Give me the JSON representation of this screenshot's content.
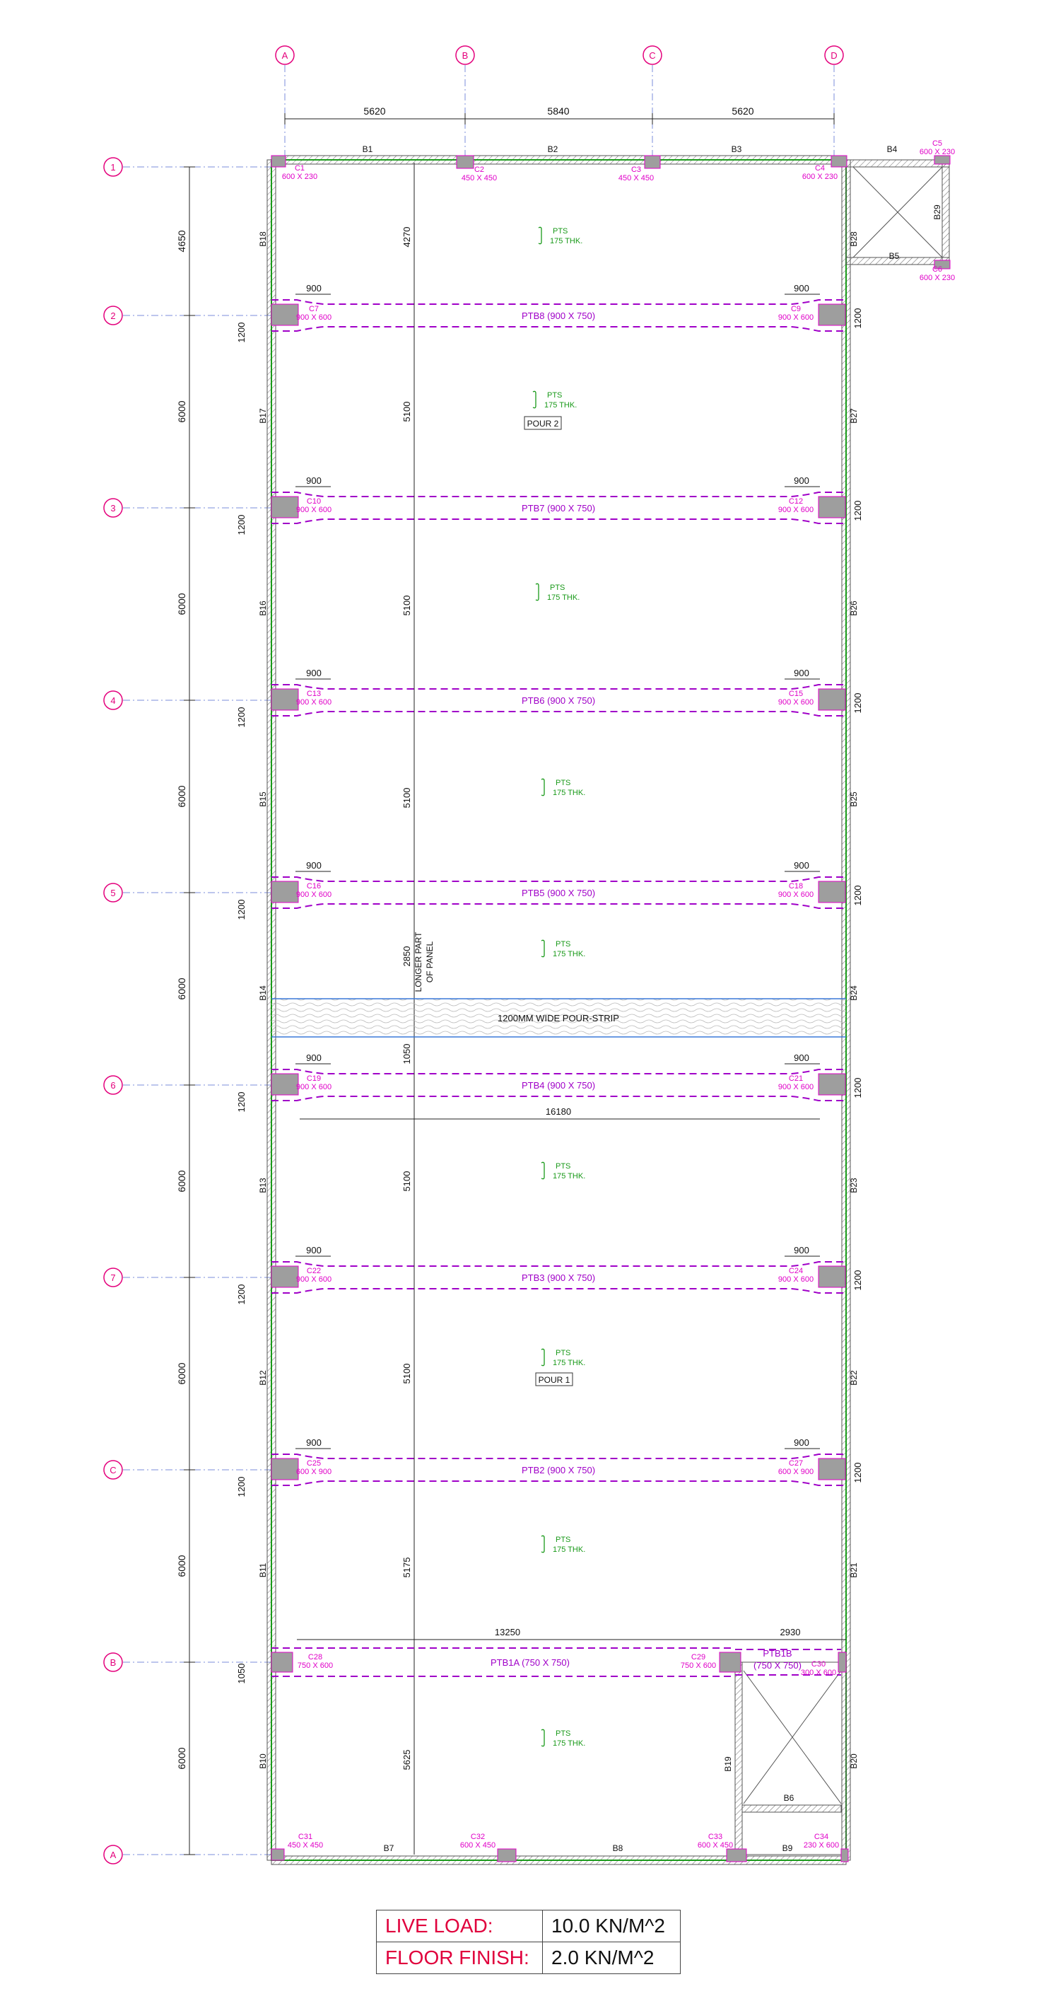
{
  "grid": {
    "col_labels": [
      "A",
      "B",
      "C",
      "D"
    ],
    "row_labels": [
      "1",
      "2",
      "3",
      "4",
      "5",
      "6",
      "7",
      "C",
      "B",
      "A"
    ],
    "top_dims": [
      "5620",
      "5840",
      "5620"
    ],
    "left_dims": [
      "4650",
      "6000",
      "6000",
      "6000",
      "6000",
      "6000",
      "6000",
      "6000",
      "6000"
    ]
  },
  "beams": {
    "top": [
      "B1",
      "B2",
      "B3",
      "B4"
    ],
    "bottom": [
      "B7",
      "B8",
      "B9"
    ],
    "left": [
      "B18",
      "B17",
      "B16",
      "B15",
      "B14",
      "B13",
      "B12",
      "B11",
      "B10"
    ],
    "right": [
      "B28",
      "B27",
      "B26",
      "B25",
      "B24",
      "B23",
      "B22",
      "B21",
      "B20"
    ],
    "aux": [
      "B5",
      "B29",
      "B19",
      "B6"
    ]
  },
  "columns": {
    "c1": [
      "C1",
      "600 X 230"
    ],
    "c2": [
      "C2",
      "450 X 450"
    ],
    "c3": [
      "C3",
      "450 X 450"
    ],
    "c4": [
      "C4",
      "600 X 230"
    ],
    "c5": [
      "C5",
      "600 X 230"
    ],
    "c6": [
      "C6",
      "600 X 230"
    ],
    "c7": [
      "C7",
      "900 X 600"
    ],
    "c9": [
      "C9",
      "900 X 600"
    ],
    "c10": [
      "C10",
      "900 X 600"
    ],
    "c12": [
      "C12",
      "900 X 600"
    ],
    "c13": [
      "C13",
      "900 X 600"
    ],
    "c15": [
      "C15",
      "900 X 600"
    ],
    "c16": [
      "C16",
      "900 X 600"
    ],
    "c18": [
      "C18",
      "900 X 600"
    ],
    "c19": [
      "C19",
      "900 X 600"
    ],
    "c21": [
      "C21",
      "900 X 600"
    ],
    "c22": [
      "C22",
      "900 X 600"
    ],
    "c24": [
      "C24",
      "900 X 600"
    ],
    "c25": [
      "C25",
      "600 X 900"
    ],
    "c27": [
      "C27",
      "600 X 900"
    ],
    "c28": [
      "C28",
      "750 X 600"
    ],
    "c29": [
      "C29",
      "750 X 600"
    ],
    "c30": [
      "C30",
      "300 X 600"
    ],
    "c31": [
      "C31",
      "450 X 450"
    ],
    "c32": [
      "C32",
      "600 X 450"
    ],
    "c33": [
      "C33",
      "600 X 450"
    ],
    "c34": [
      "C34",
      "230 X 600"
    ]
  },
  "ptbs": [
    "PTB8 (900 X 750)",
    "PTB7 (900 X 750)",
    "PTB6 (900 X 750)",
    "PTB5 (900 X 750)",
    "PTB4 (900 X 750)",
    "PTB3 (900 X 750)",
    "PTB2 (900 X 750)"
  ],
  "ptb1a": "PTB1A (750 X 750)",
  "ptb1b": [
    "PTB1B",
    "(750 X 750)"
  ],
  "slab": [
    "PTS",
    "175 THK."
  ],
  "panel_dims": [
    "4270",
    "5100",
    "5100",
    "5100",
    "1050",
    "5100",
    "5100",
    "5175",
    "5625"
  ],
  "dim_900": "900",
  "dim_1200": "1200",
  "dim_1050": "1050",
  "dim_2850": "2850",
  "longer_part": [
    "LONGER PART",
    "OF PANEL"
  ],
  "pour_strip": "1200MM WIDE POUR-STRIP",
  "pour_labels": [
    "POUR 2",
    "POUR 1"
  ],
  "dim_16180": "16180",
  "dim_13250": "13250",
  "dim_2930": "2930",
  "loads": [
    {
      "label": "LIVE LOAD:",
      "value": "10.0 KN/M^2"
    },
    {
      "label": "FLOOR FINISH:",
      "value": "2.0 KN/M^2"
    }
  ],
  "colors": {
    "grid_bubble": "#e4007c",
    "column_text": "#e000c8",
    "ptb": "#a000c8",
    "slab_text": "#1a9a1a",
    "outline": "#1a9a1a",
    "pour_strip": "#3a78d8",
    "grid_line": "#7b8cdb",
    "load_label": "#e0003c"
  }
}
